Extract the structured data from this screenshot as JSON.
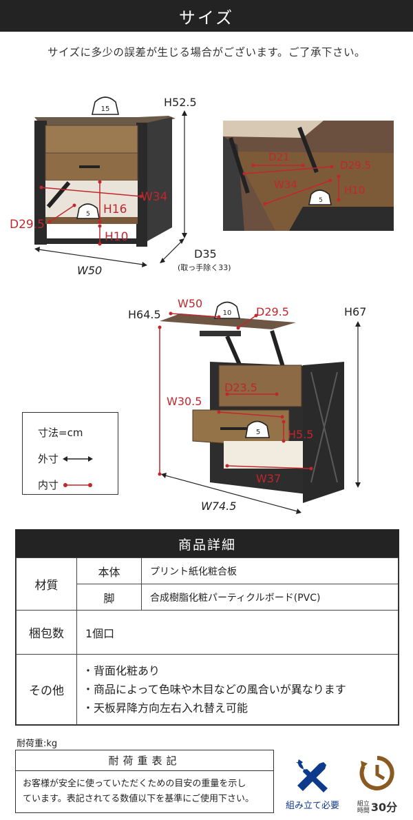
{
  "header": {
    "title": "サイズ"
  },
  "note": "サイズに多少の誤差が生じる場合がございます。ご了承下さい。",
  "fig1": {
    "height": "H52.5",
    "width": "W50",
    "depth": "D35",
    "depth_note": "(取っ手除く33)",
    "load_top": "15",
    "load_shelf": "5",
    "inner_w": "W34",
    "inner_d": "D29.5",
    "inner_h": "H16",
    "inner_h2": "H10"
  },
  "fig2": {
    "d21": "D21",
    "d29": "D29.5",
    "w34": "W34",
    "h10": "H10",
    "load": "5"
  },
  "fig3": {
    "h_left": "H64.5",
    "h_right": "H67",
    "w_top": "W50",
    "d_top": "D29.5",
    "load_top": "10",
    "d23": "D23.5",
    "w30": "W30.5",
    "h55": "H5.5",
    "load_drawer": "5",
    "w37": "W37",
    "w_total": "W74.5"
  },
  "legend": {
    "unit": "寸法=cm",
    "outer": "外寸",
    "inner": "内寸"
  },
  "detail": {
    "title": "商品詳細",
    "material_label": "材質",
    "body_label": "本体",
    "body_value": "プリント紙化粧合板",
    "leg_label": "脚",
    "leg_value": "合成樹脂化粧パーティクルボード(PVC)",
    "package_label": "梱包数",
    "package_value": "1個口",
    "other_label": "その他",
    "other_items": [
      "・背面化粧あり",
      "・商品によって色味や木目などの風合いが異なります",
      "・天板昇降方向左右入れ替え可能"
    ]
  },
  "load": {
    "title": "耐荷重:kg",
    "box_title": "耐荷重表記",
    "line1": "お客様が安全に使っていただくための目安の重量を示し",
    "line2": "ています。表記されてる数値以下を基準にご使用下さい。"
  },
  "assembly": {
    "label": "組み立て必要"
  },
  "time": {
    "small1": "組立",
    "small2": "時間",
    "value": "30分"
  },
  "colors": {
    "dark": "#232323",
    "red": "#c0272d",
    "wood": "#7a5a3a",
    "blue": "#0e3a8c",
    "brown": "#8a5a22"
  }
}
